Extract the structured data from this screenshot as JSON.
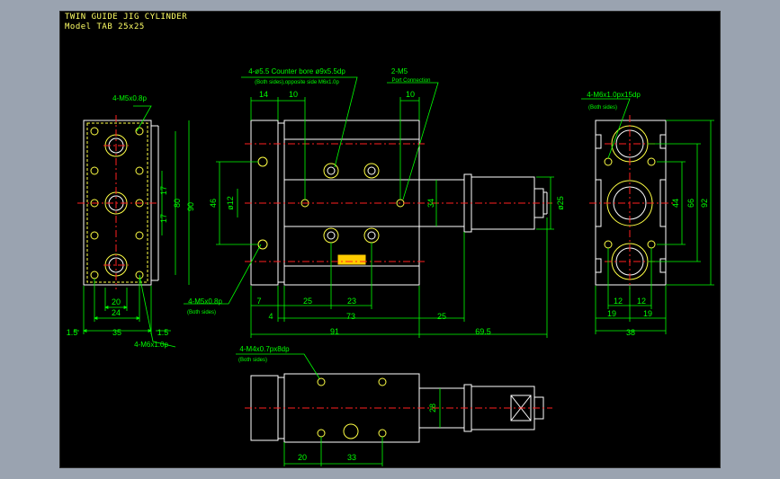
{
  "title_block": {
    "line1": "TWIN GUIDE JIG CYLINDER",
    "line2": "Model  TAB 25x25"
  },
  "colors": {
    "background": "#000000",
    "outline": "#ffffff",
    "dimension": "#00ff00",
    "centerline": "#ff2020",
    "hidden": "#ffff44",
    "text": "#ffff66",
    "page": "#9aa3b0"
  },
  "callouts": {
    "side_tap": "4-M5x0.8p",
    "counterbore_1": "4-ø5.5 Counter bore ø9x5.5dp",
    "counterbore_2": "(Both sides),opposite side M6x1.0p",
    "port_1": "2-M5",
    "port_2": "Port Connection",
    "right_tap_1": "4-M6x1.0px15dp",
    "right_tap_2": "(Both sides)",
    "bottom_left_tap_1": "4-M5x0.8p",
    "bottom_left_tap_2": "(Both sides)",
    "left_bottom_tap": "4-M6x1.0p",
    "bottom_view_tap_1": "4-M4x0.7px8dp",
    "bottom_view_tap_2": "(Both sides)"
  },
  "dims": {
    "left": {
      "d17a": "17",
      "d17b": "17",
      "d80": "80",
      "d90": "90",
      "d20": "20",
      "d24": "24",
      "d35": "35",
      "d15a": "1.5",
      "d15b": "1.5"
    },
    "center": {
      "d14": "14",
      "d10a": "10",
      "d10b": "10",
      "d46": "46",
      "d12": "ø12",
      "d34": "34",
      "d25dia": "ø25",
      "d7": "7",
      "d25": "25",
      "d23": "23",
      "d4": "4",
      "d73": "73",
      "d25b": "25",
      "d91": "91",
      "d695": "69.5"
    },
    "right": {
      "d44": "44",
      "d66": "66",
      "d92": "92",
      "d12a": "12",
      "d12b": "12",
      "d19a": "19",
      "d19b": "19",
      "d38": "38"
    },
    "bottom": {
      "d28": "28",
      "d20": "20",
      "d33": "33"
    }
  }
}
